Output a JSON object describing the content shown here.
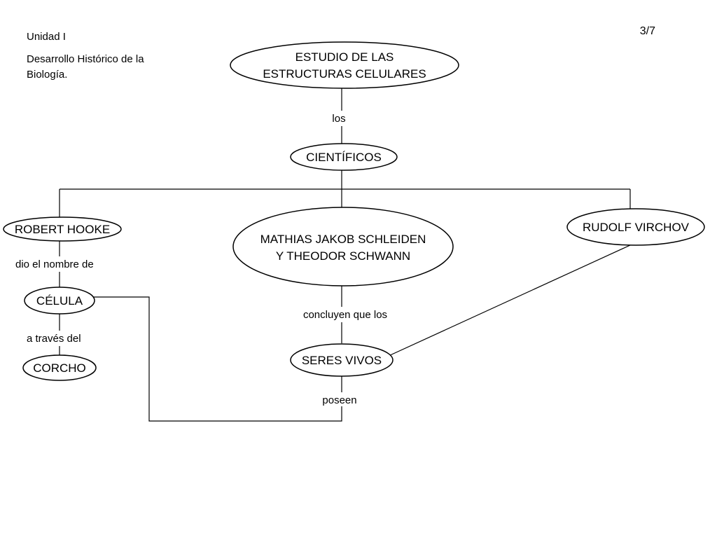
{
  "header": {
    "page_indicator": "3/7",
    "unit": "Unidad I",
    "topic": "Desarrollo Histórico de la Biología."
  },
  "nodes": {
    "estudio": {
      "lines": [
        "ESTUDIO DE LAS",
        "ESTRUCTURAS CELULARES"
      ]
    },
    "cientificos": {
      "lines": [
        "CIENTÍFICOS"
      ]
    },
    "hooke": {
      "lines": [
        "ROBERT HOOKE"
      ]
    },
    "schleiden": {
      "lines": [
        "MATHIAS JAKOB SCHLEIDEN",
        "Y THEODOR SCHWANN"
      ]
    },
    "virchov": {
      "lines": [
        "RUDOLF VIRCHOV"
      ]
    },
    "celula": {
      "lines": [
        "CÉLULA"
      ]
    },
    "corcho": {
      "lines": [
        "CORCHO"
      ]
    },
    "seres": {
      "lines": [
        "SERES VIVOS"
      ]
    }
  },
  "links": {
    "los": "los",
    "dio": "dio el nombre de",
    "traves": "a través del",
    "concluyen": "concluyen que los",
    "poseen": "poseen"
  }
}
